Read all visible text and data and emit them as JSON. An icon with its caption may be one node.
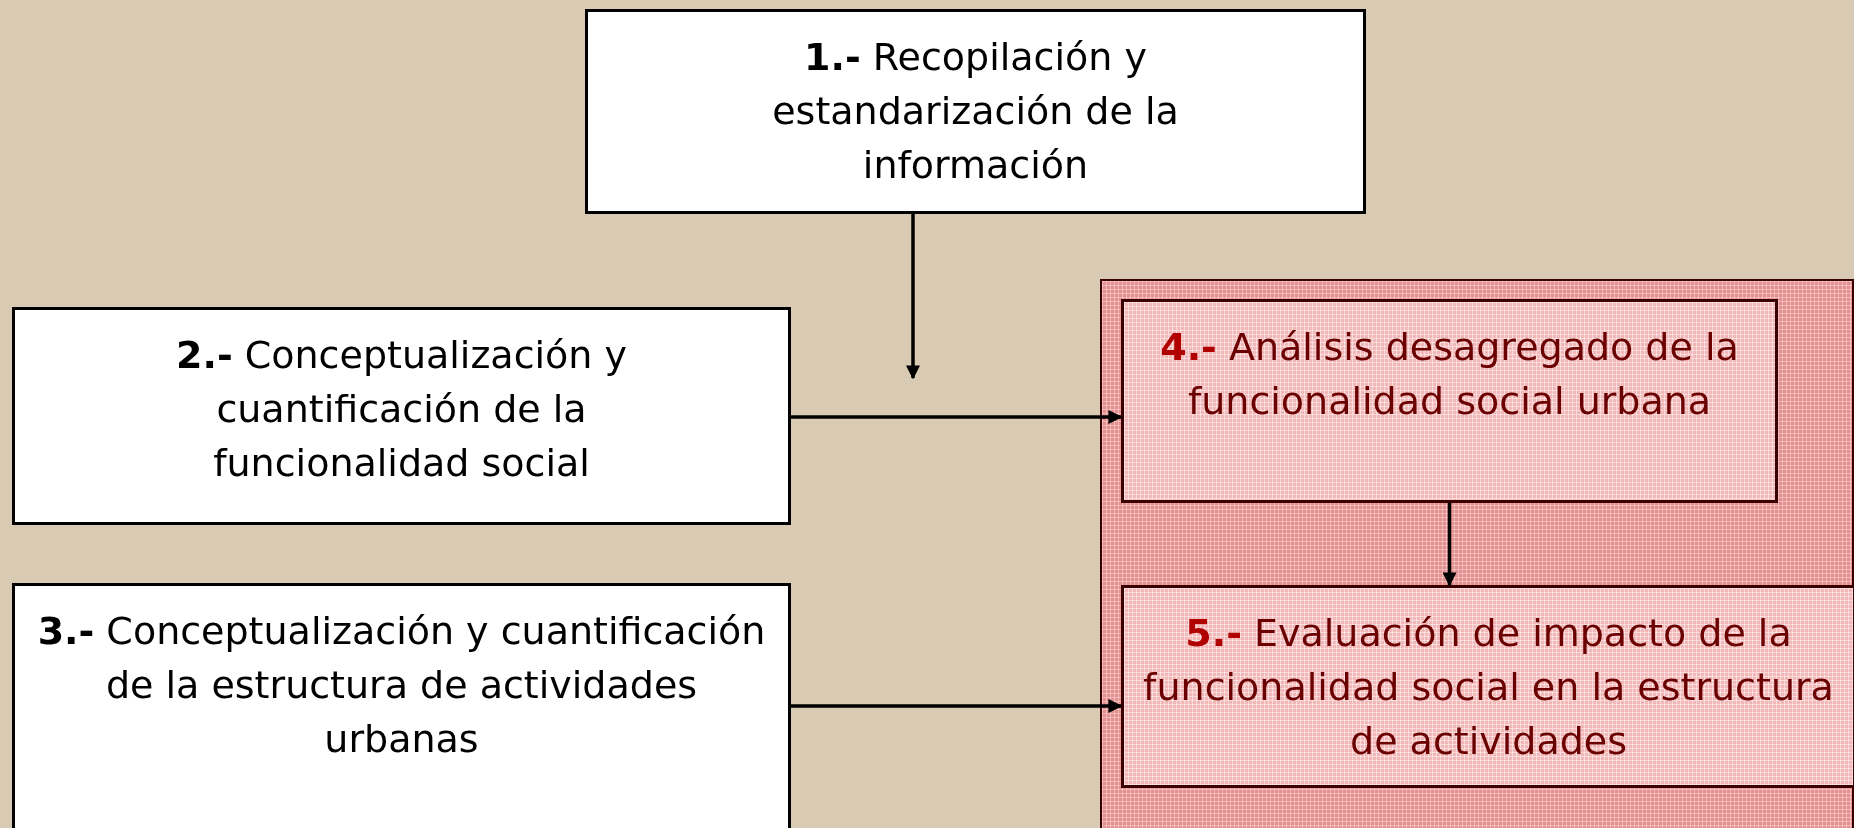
{
  "diagram": {
    "nodes": [
      {
        "text": [
          "**1.-** Recopilación y estandarización de la información"
        ]
      },
      {
        "text": [
          "**2.-** Conceptualización y cuantificación de la funcionalidad social"
        ]
      },
      {
        "text": [
          "**3.-** Conceptualización y cuantificación de la estructura de actividades urbanas"
        ]
      },
      {
        "text": [],
        "shape": "box"
      },
      {
        "text": [
          "**4.-** Análisis desagregado de la funcionalidad social urbana"
        ],
        "in": 3
      },
      {
        "text": [
          "**5.-** Evaluación de impacto de la funcionalidad social  en la estructura de actividades"
        ],
        "in": 3
      }
    ],
    "edges": [
      {
        "from": 0,
        "to": null,
        "arrow": "to"
      },
      {
        "from": 1,
        "to": 4,
        "arrow": "to"
      },
      {
        "from": 4,
        "to": 5,
        "arrow": "to"
      },
      {
        "from": 2,
        "to": 5,
        "arrow": "to"
      }
    ]
  }
}
